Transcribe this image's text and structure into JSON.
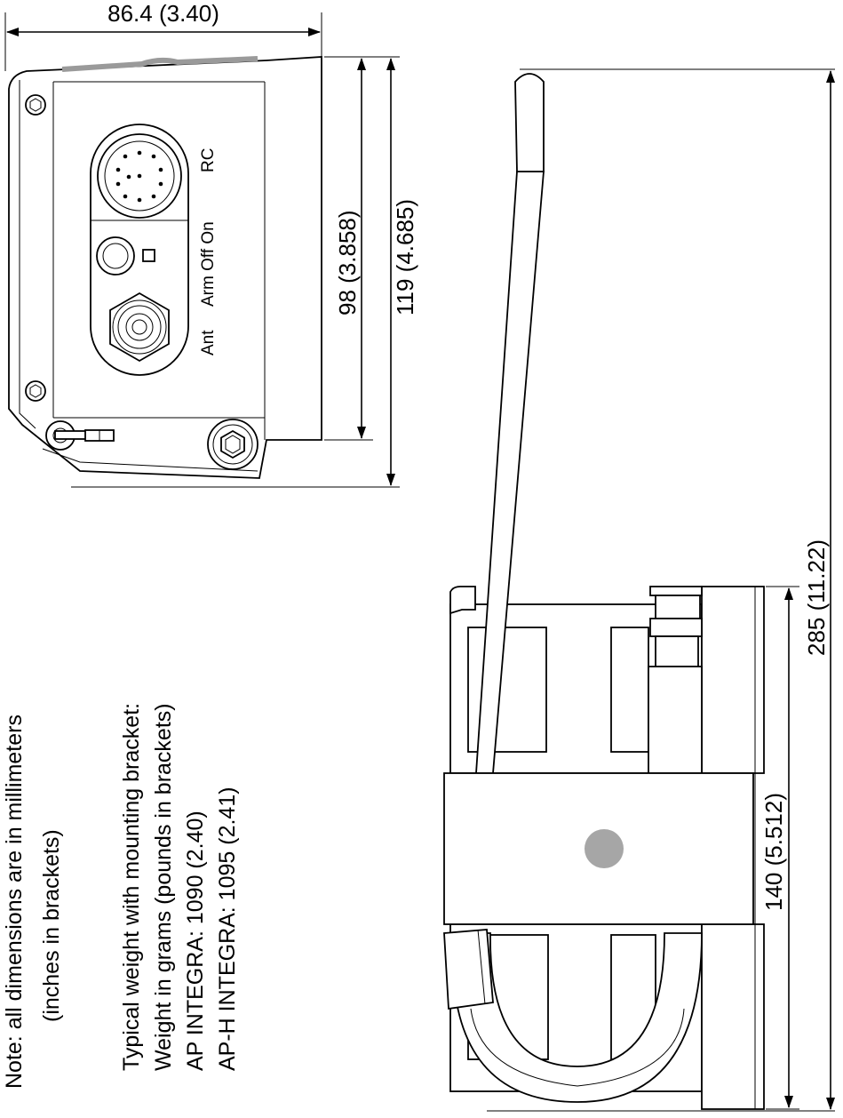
{
  "dimensions": {
    "width_top": "86.4 (3.40)",
    "inner_height": "98 (3.858)",
    "outer_height": "119 (4.685)",
    "total_length": "285 (11.22)",
    "body_length": "140 (5.512)"
  },
  "panel_labels": {
    "rc": "RC",
    "switch": "Arm Off On",
    "ant": "Ant"
  },
  "notes": {
    "line1": "Note: all dimensions are in millimeters",
    "line2": "(inches in brackets)"
  },
  "weights": {
    "line1": "Typical weight with mounting bracket:",
    "line2": "Weight in grams (pounds in brackets)",
    "line3": "AP INTEGRA: 1090 (2.40)",
    "line4": "AP-H INTEGRA: 1095 (2.41)"
  },
  "colors": {
    "marker": "#a6a6a6",
    "line": "#000000"
  }
}
